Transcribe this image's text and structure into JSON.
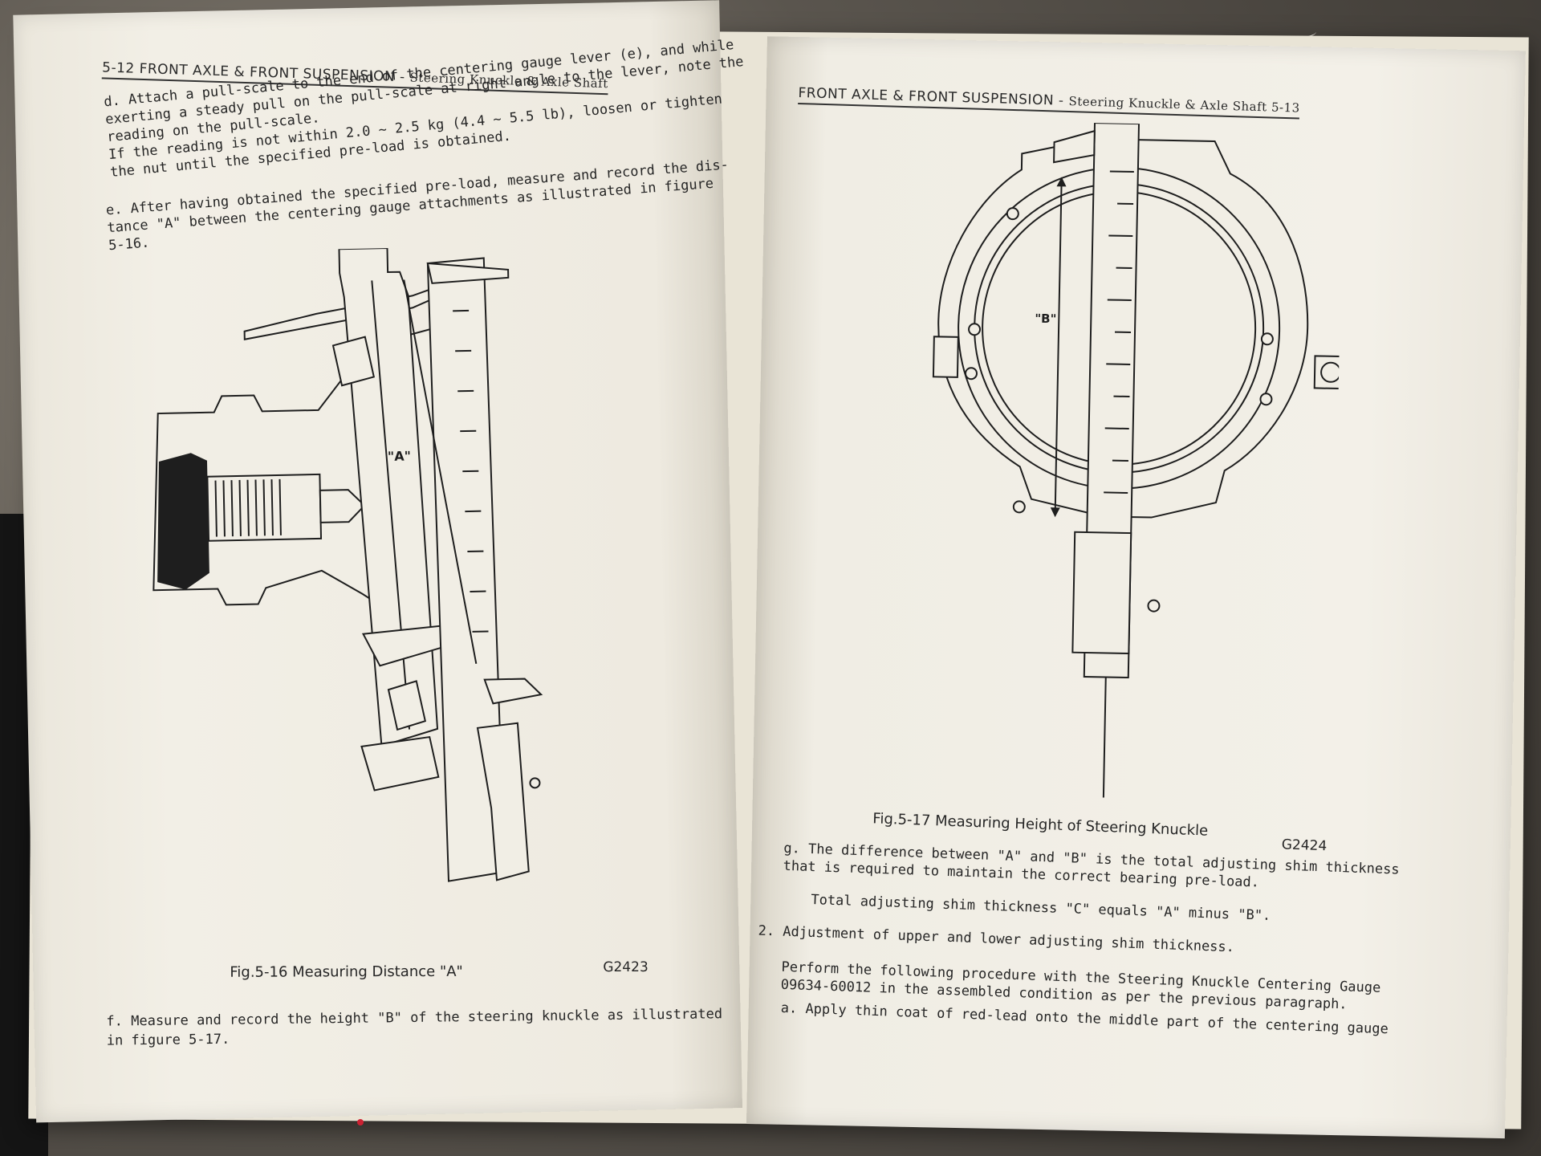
{
  "left_page": {
    "running_head": "5-12  FRONT AXLE & FRONT SUSPENSION - ",
    "running_head_sub": "Steering Knuckle & Axle Shaft",
    "para_d": [
      "d. Attach a pull-scale to the end of the centering gauge lever (e), and while",
      "exerting a steady pull on the pull-scale at right angle to the lever, note the",
      "reading on the pull-scale.",
      "If the reading is not within 2.0 ~ 2.5 kg (4.4 ~ 5.5 lb), loosen or tighten",
      "the nut until the specified pre-load is obtained."
    ],
    "para_e": [
      "e. After having obtained the specified pre-load, measure and record the dis-",
      "tance \"A\" between the centering gauge attachments as illustrated in figure",
      "5-16."
    ],
    "figure_label": "\"A\"",
    "caption": "Fig.5-16  Measuring Distance \"A\"",
    "code": "G2423",
    "para_f": [
      "f. Measure and record the height \"B\" of the steering knuckle as illustrated",
      "in figure 5-17."
    ]
  },
  "right_page": {
    "running_head": "FRONT AXLE & FRONT SUSPENSION - ",
    "running_head_sub": "Steering Knuckle & Axle Shaft  5-13",
    "figure_label": "\"B\"",
    "caption": "Fig.5-17  Measuring Height of Steering Knuckle",
    "code": "G2424",
    "para_g": [
      "g. The difference between \"A\" and \"B\" is the total adjusting shim thickness",
      "that is required to maintain the correct bearing pre-load."
    ],
    "total_line": "Total adjusting shim thickness \"C\" equals \"A\" minus \"B\".",
    "item_2": "2. Adjustment of upper and lower adjusting shim thickness.",
    "para_perform": [
      "Perform the following procedure with the Steering Knuckle Centering Gauge",
      "09634-60012 in the assembled condition as per the previous paragraph."
    ],
    "para_a": "a. Apply thin coat of red-lead onto the middle part of the centering gauge"
  }
}
